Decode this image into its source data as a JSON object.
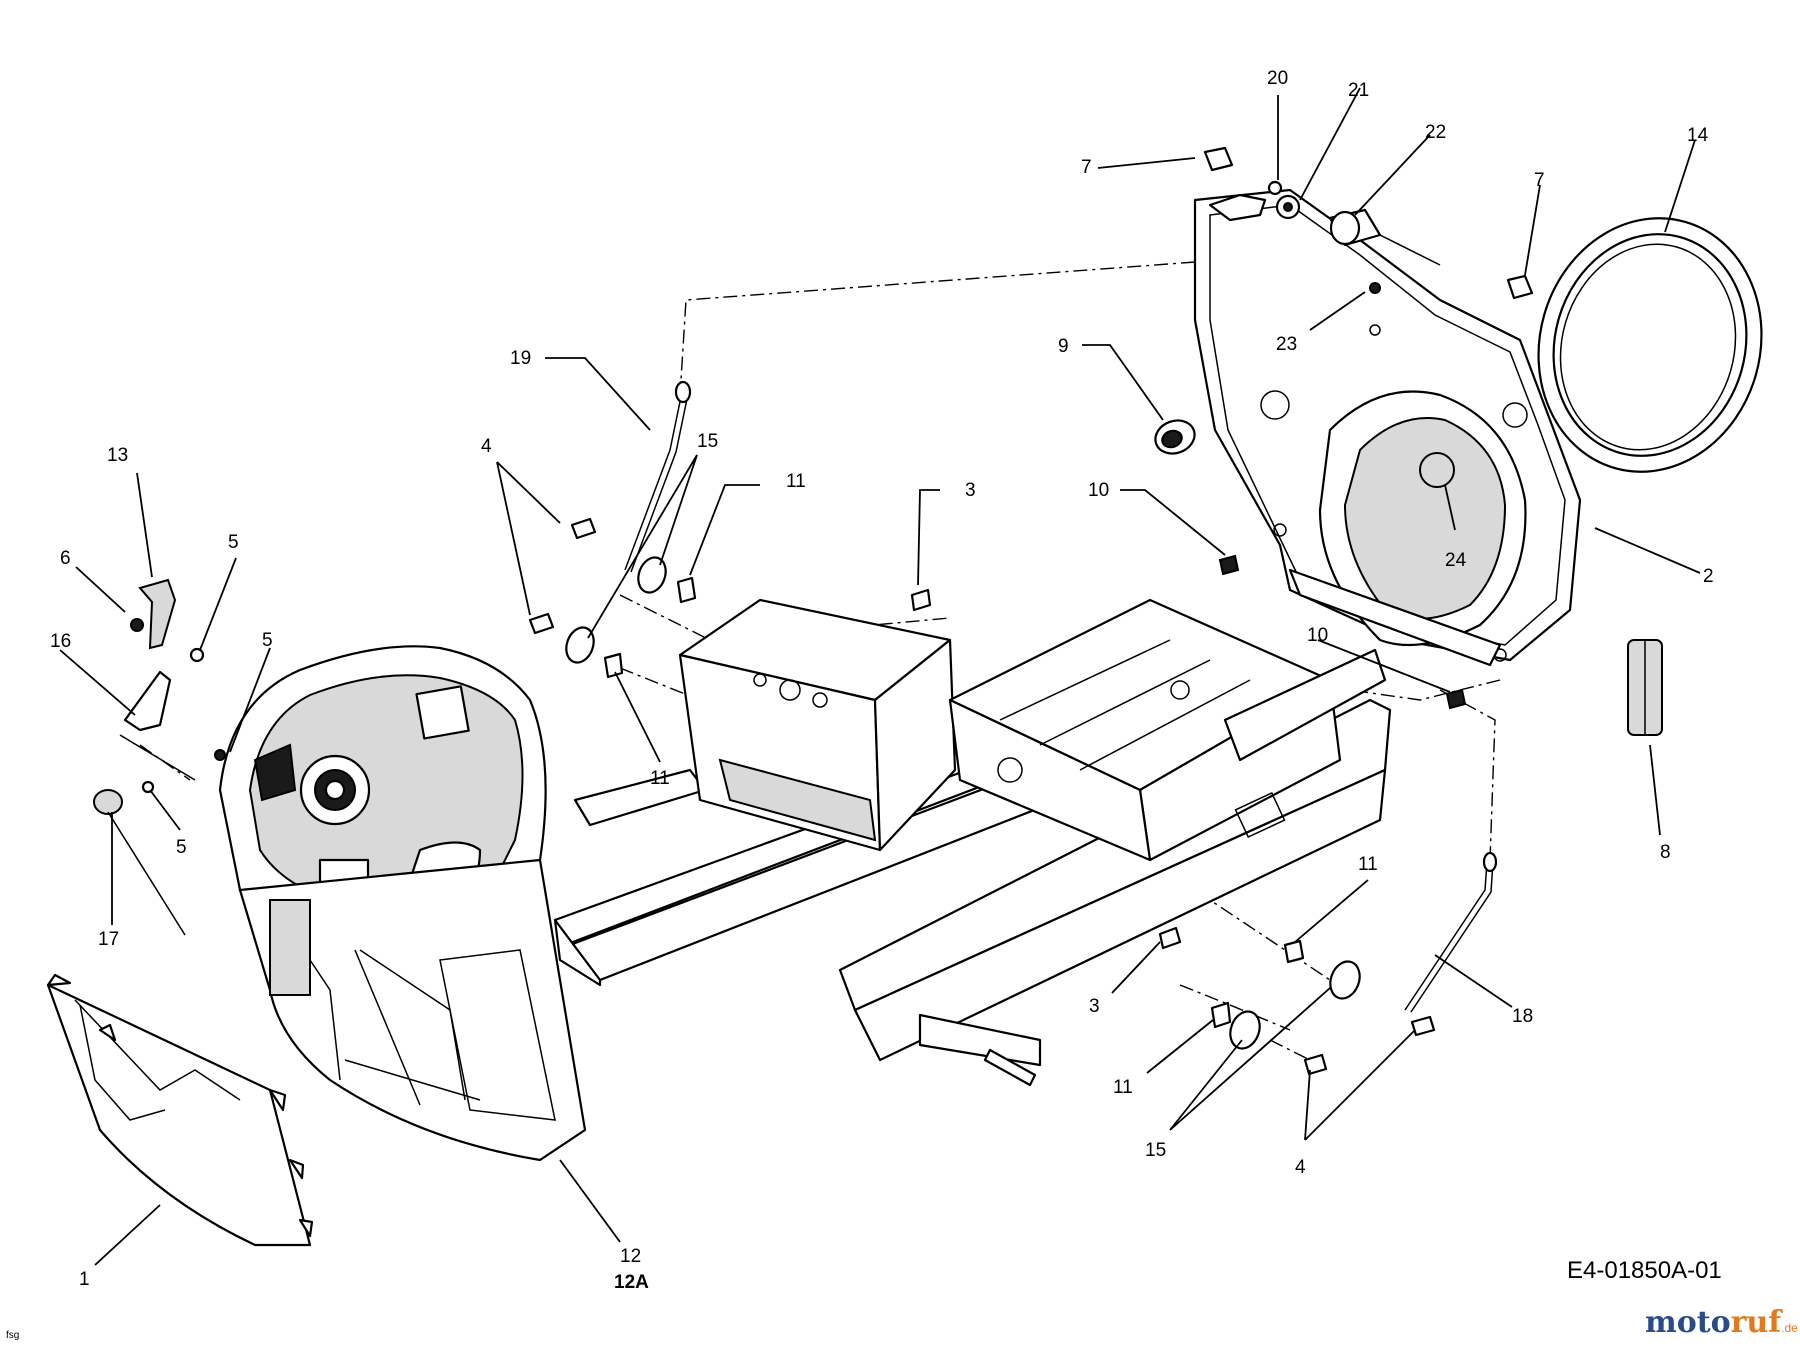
{
  "diagram": {
    "drawing_code": "E4-01850A-01",
    "sub_label_12": "12A",
    "corner_mark": "fsg",
    "watermark": {
      "part1": "moto",
      "part2": "ruf",
      "suffix": ".de"
    },
    "callouts": [
      {
        "id": "c20",
        "text": "20"
      },
      {
        "id": "c21",
        "text": "21"
      },
      {
        "id": "c22",
        "text": "22"
      },
      {
        "id": "c14",
        "text": "14"
      },
      {
        "id": "c7a",
        "text": "7"
      },
      {
        "id": "c7b",
        "text": "7"
      },
      {
        "id": "c23",
        "text": "23"
      },
      {
        "id": "c9",
        "text": "9"
      },
      {
        "id": "c19",
        "text": "19"
      },
      {
        "id": "c4a",
        "text": "4"
      },
      {
        "id": "c15a",
        "text": "15"
      },
      {
        "id": "c11a",
        "text": "11"
      },
      {
        "id": "c3a",
        "text": "3"
      },
      {
        "id": "c10a",
        "text": "10"
      },
      {
        "id": "c24",
        "text": "24"
      },
      {
        "id": "c2",
        "text": "2"
      },
      {
        "id": "c13",
        "text": "13"
      },
      {
        "id": "c5a",
        "text": "5"
      },
      {
        "id": "c6",
        "text": "6"
      },
      {
        "id": "c16",
        "text": "16"
      },
      {
        "id": "c5b",
        "text": "5"
      },
      {
        "id": "c10b",
        "text": "10"
      },
      {
        "id": "c8",
        "text": "8"
      },
      {
        "id": "c11b",
        "text": "11"
      },
      {
        "id": "c5c",
        "text": "5"
      },
      {
        "id": "c17",
        "text": "17"
      },
      {
        "id": "c11c",
        "text": "11"
      },
      {
        "id": "c18",
        "text": "18"
      },
      {
        "id": "c3b",
        "text": "3"
      },
      {
        "id": "c11d",
        "text": "11"
      },
      {
        "id": "c15b",
        "text": "15"
      },
      {
        "id": "c4b",
        "text": "4"
      },
      {
        "id": "c1",
        "text": "1"
      },
      {
        "id": "c12",
        "text": "12"
      }
    ]
  }
}
